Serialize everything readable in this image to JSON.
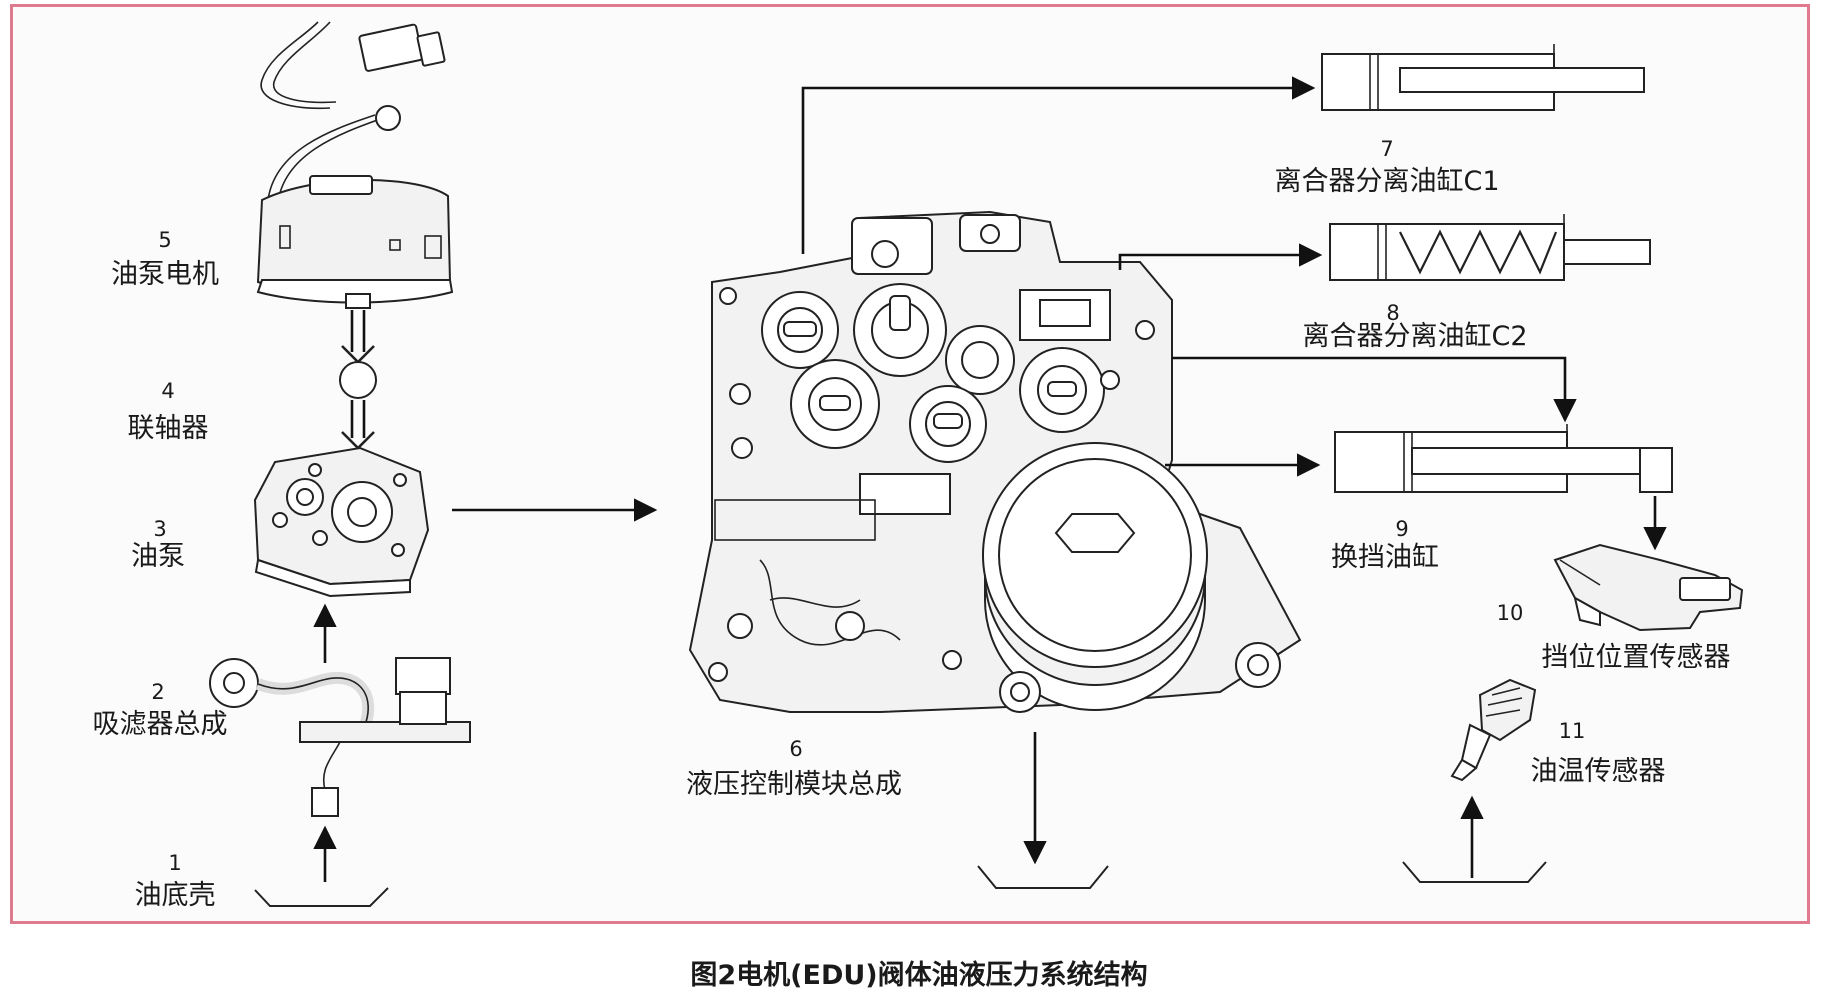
{
  "caption": "图2电机(EDU)阀体油液压力系统结构",
  "components": [
    {
      "number": "1",
      "label": "油底壳"
    },
    {
      "number": "2",
      "label": "吸滤器总成"
    },
    {
      "number": "3",
      "label": "油泵"
    },
    {
      "number": "4",
      "label": "联轴器"
    },
    {
      "number": "5",
      "label": "油泵电机"
    },
    {
      "number": "6",
      "label": "液压控制模块总成"
    },
    {
      "number": "7",
      "label": "离合器分离油缸C1"
    },
    {
      "number": "8",
      "label": "离合器分离油缸C2"
    },
    {
      "number": "9",
      "label": "换挡油缸"
    },
    {
      "number": "10",
      "label": "挡位位置传感器"
    },
    {
      "number": "11",
      "label": "油温传感器"
    }
  ]
}
